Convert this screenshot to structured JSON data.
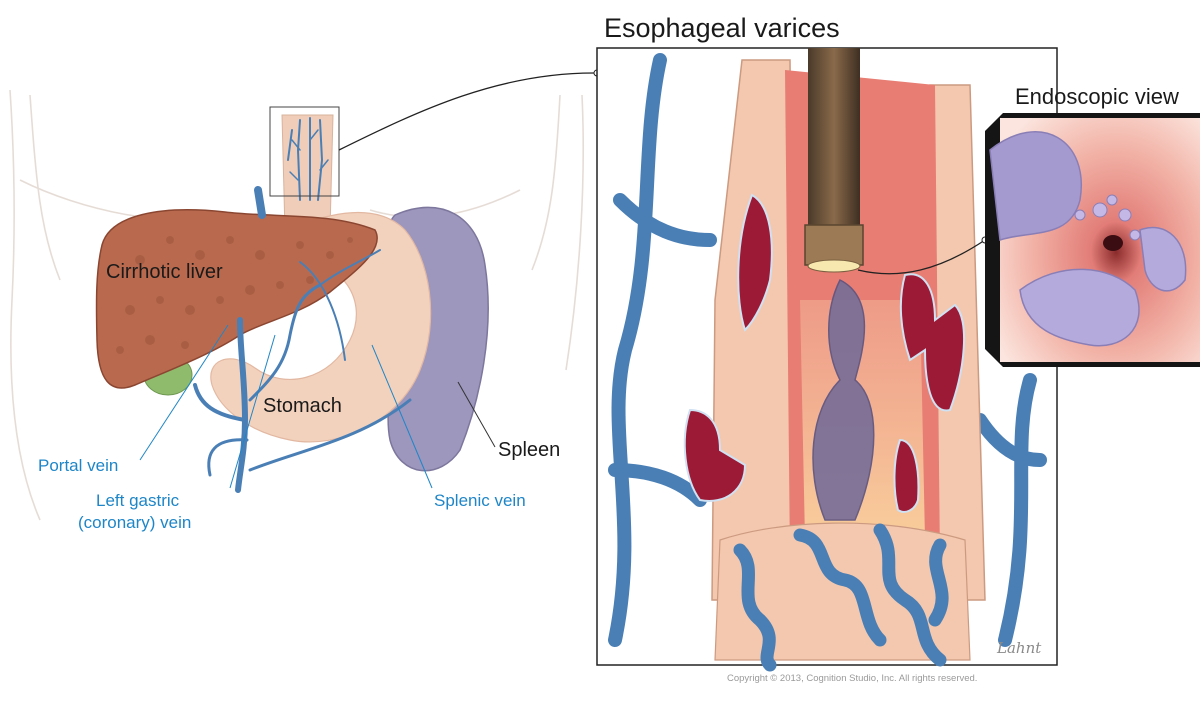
{
  "title": "Esophageal varices",
  "inset_title": "Endoscopic view",
  "labels": {
    "liver": "Cirrhotic liver",
    "stomach": "Stomach",
    "spleen": "Spleen",
    "portal_vein": "Portal vein",
    "left_gastric_line1": "Left gastric",
    "left_gastric_line2": "(coronary) vein",
    "splenic_vein": "Splenic vein"
  },
  "copyright": "Copyright © 2013, Cognition Studio, Inc. All rights reserved.",
  "signature": "Lahnt",
  "colors": {
    "vein": "#4a7fb6",
    "label_blue": "#1e86c8",
    "liver": "#b96a4e",
    "stomach": "#f3d2bd",
    "spleen": "#9d96bd",
    "varix_red": "#9c1a36",
    "mucosa": "#e87d73"
  }
}
